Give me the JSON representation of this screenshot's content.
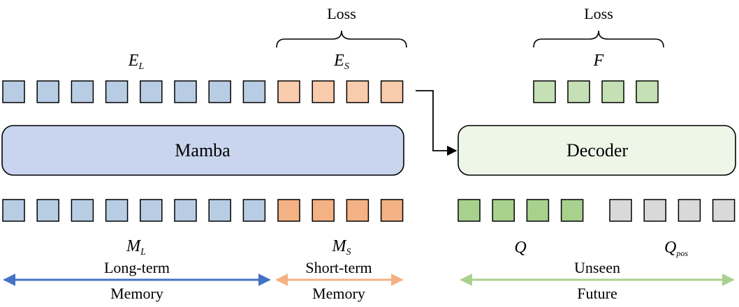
{
  "colors": {
    "embedding_long": "#b8cce4",
    "embedding_short": "#f8cbad",
    "future_feature": "#c5e0b4",
    "memory_long": "#b8cce4",
    "memory_short": "#f4b183",
    "query": "#a9d18e",
    "query_pos": "#d9d9d9",
    "mamba_fill": "#c9d5ee",
    "decoder_fill": "#eef6e8",
    "arrow_long": "#4472c4",
    "arrow_short": "#f4b183",
    "arrow_future": "#a9d18e",
    "stroke": "#000000"
  },
  "loss_left": "Loss",
  "loss_right": "Loss",
  "label_EL": {
    "base": "E",
    "sub": "L"
  },
  "label_ES": {
    "base": "E",
    "sub": "S"
  },
  "label_F": {
    "base": "F",
    "sub": ""
  },
  "label_ML": {
    "base": "M",
    "sub": "L"
  },
  "label_MS": {
    "base": "M",
    "sub": "S"
  },
  "label_Q": {
    "base": "Q",
    "sub": ""
  },
  "label_Qpos": {
    "base": "Q",
    "sub": "pos"
  },
  "mamba_label": "Mamba",
  "decoder_label": "Decoder",
  "long_term": {
    "top": "Long-term",
    "bottom": "Memory"
  },
  "short_term": {
    "top": "Short-term",
    "bottom": "Memory"
  },
  "future": {
    "top": "Unseen",
    "bottom": "Future"
  },
  "token_groups": {
    "embedding_long_count": 8,
    "embedding_short_count": 4,
    "future_feature_count": 4,
    "memory_long_count": 8,
    "memory_short_count": 4,
    "query_count": 4,
    "query_pos_count": 4
  }
}
